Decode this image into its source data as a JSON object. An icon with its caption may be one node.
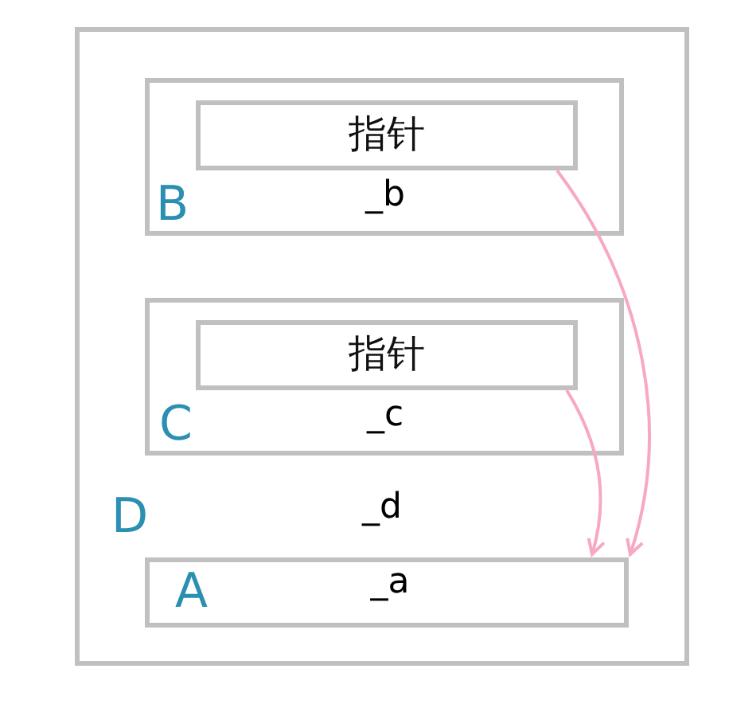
{
  "diagram": {
    "nodes": [
      {
        "text": [
          "D",
          "_d"
        ]
      },
      {
        "text": [
          "B",
          "_b"
        ],
        "in": 0
      },
      {
        "text": [
          "指针"
        ],
        "in": 1
      },
      {
        "text": [
          "C",
          "_c"
        ],
        "in": 0
      },
      {
        "text": [
          "指针"
        ],
        "in": 3
      },
      {
        "text": [
          "A",
          "_a"
        ],
        "in": 0
      }
    ],
    "edges": [
      {
        "from": 2,
        "to": 5,
        "arrow": "to"
      },
      {
        "from": 4,
        "to": 5,
        "arrow": "to"
      }
    ]
  }
}
